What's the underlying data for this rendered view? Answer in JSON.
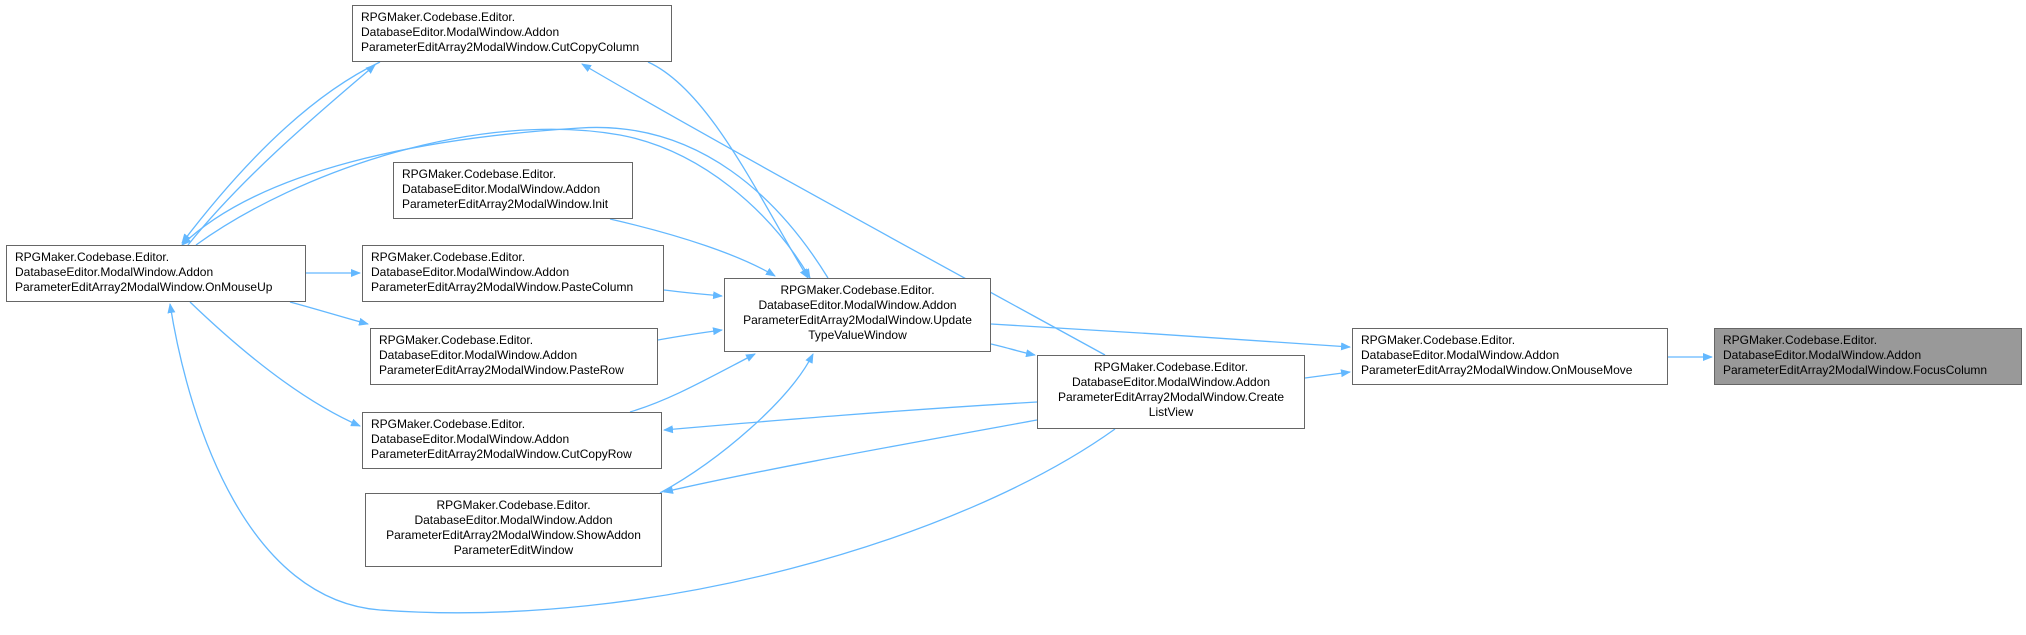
{
  "colors": {
    "edge": "#63b8ff",
    "border": "#666666",
    "highlight_fill": "#999999"
  },
  "nodes": [
    {
      "id": "focus_column",
      "highlight": true,
      "lines": [
        "RPGMaker.Codebase.Editor.",
        "DatabaseEditor.ModalWindow.Addon",
        "ParameterEditArray2ModalWindow.FocusColumn"
      ]
    },
    {
      "id": "on_mouse_move",
      "lines": [
        "RPGMaker.Codebase.Editor.",
        "DatabaseEditor.ModalWindow.Addon",
        "ParameterEditArray2ModalWindow.OnMouseMove"
      ]
    },
    {
      "id": "update_type_value_window",
      "lines": [
        "RPGMaker.Codebase.Editor.",
        "DatabaseEditor.ModalWindow.Addon",
        "ParameterEditArray2ModalWindow.Update",
        "TypeValueWindow"
      ]
    },
    {
      "id": "create_list_view",
      "lines": [
        "RPGMaker.Codebase.Editor.",
        "DatabaseEditor.ModalWindow.Addon",
        "ParameterEditArray2ModalWindow.Create",
        "ListView"
      ]
    },
    {
      "id": "cut_copy_column",
      "lines": [
        "RPGMaker.Codebase.Editor.",
        "DatabaseEditor.ModalWindow.Addon",
        "ParameterEditArray2ModalWindow.CutCopyColumn"
      ]
    },
    {
      "id": "init",
      "lines": [
        "RPGMaker.Codebase.Editor.",
        "DatabaseEditor.ModalWindow.Addon",
        "ParameterEditArray2ModalWindow.Init"
      ]
    },
    {
      "id": "paste_column",
      "lines": [
        "RPGMaker.Codebase.Editor.",
        "DatabaseEditor.ModalWindow.Addon",
        "ParameterEditArray2ModalWindow.PasteColumn"
      ]
    },
    {
      "id": "paste_row",
      "lines": [
        "RPGMaker.Codebase.Editor.",
        "DatabaseEditor.ModalWindow.Addon",
        "ParameterEditArray2ModalWindow.PasteRow"
      ]
    },
    {
      "id": "cut_copy_row",
      "lines": [
        "RPGMaker.Codebase.Editor.",
        "DatabaseEditor.ModalWindow.Addon",
        "ParameterEditArray2ModalWindow.CutCopyRow"
      ]
    },
    {
      "id": "show_addon_parameter_edit_window",
      "lines": [
        "RPGMaker.Codebase.Editor.",
        "DatabaseEditor.ModalWindow.Addon",
        "ParameterEditArray2ModalWindow.ShowAddon",
        "ParameterEditWindow"
      ]
    },
    {
      "id": "on_mouse_up",
      "lines": [
        "RPGMaker.Codebase.Editor.",
        "DatabaseEditor.ModalWindow.Addon",
        "ParameterEditArray2ModalWindow.OnMouseUp"
      ]
    }
  ],
  "edges": [
    {
      "from": "on_mouse_move",
      "to": "focus_column"
    },
    {
      "from": "update_type_value_window",
      "to": "on_mouse_move"
    },
    {
      "from": "create_list_view",
      "to": "on_mouse_move"
    },
    {
      "from": "update_type_value_window",
      "to": "create_list_view"
    },
    {
      "from": "create_list_view",
      "to": "cut_copy_column"
    },
    {
      "from": "create_list_view",
      "to": "cut_copy_row"
    },
    {
      "from": "create_list_view",
      "to": "show_addon_parameter_edit_window"
    },
    {
      "from": "create_list_view",
      "to": "on_mouse_up"
    },
    {
      "from": "cut_copy_column",
      "to": "update_type_value_window"
    },
    {
      "from": "init",
      "to": "update_type_value_window"
    },
    {
      "from": "paste_column",
      "to": "update_type_value_window"
    },
    {
      "from": "paste_row",
      "to": "update_type_value_window"
    },
    {
      "from": "cut_copy_row",
      "to": "update_type_value_window"
    },
    {
      "from": "show_addon_parameter_edit_window",
      "to": "update_type_value_window"
    },
    {
      "from": "on_mouse_up",
      "to": "update_type_value_window"
    },
    {
      "from": "update_type_value_window",
      "to": "on_mouse_up"
    },
    {
      "from": "cut_copy_column",
      "to": "on_mouse_up"
    },
    {
      "from": "on_mouse_up",
      "to": "cut_copy_column"
    },
    {
      "from": "on_mouse_up",
      "to": "paste_column"
    },
    {
      "from": "on_mouse_up",
      "to": "paste_row"
    },
    {
      "from": "on_mouse_up",
      "to": "cut_copy_row"
    }
  ]
}
